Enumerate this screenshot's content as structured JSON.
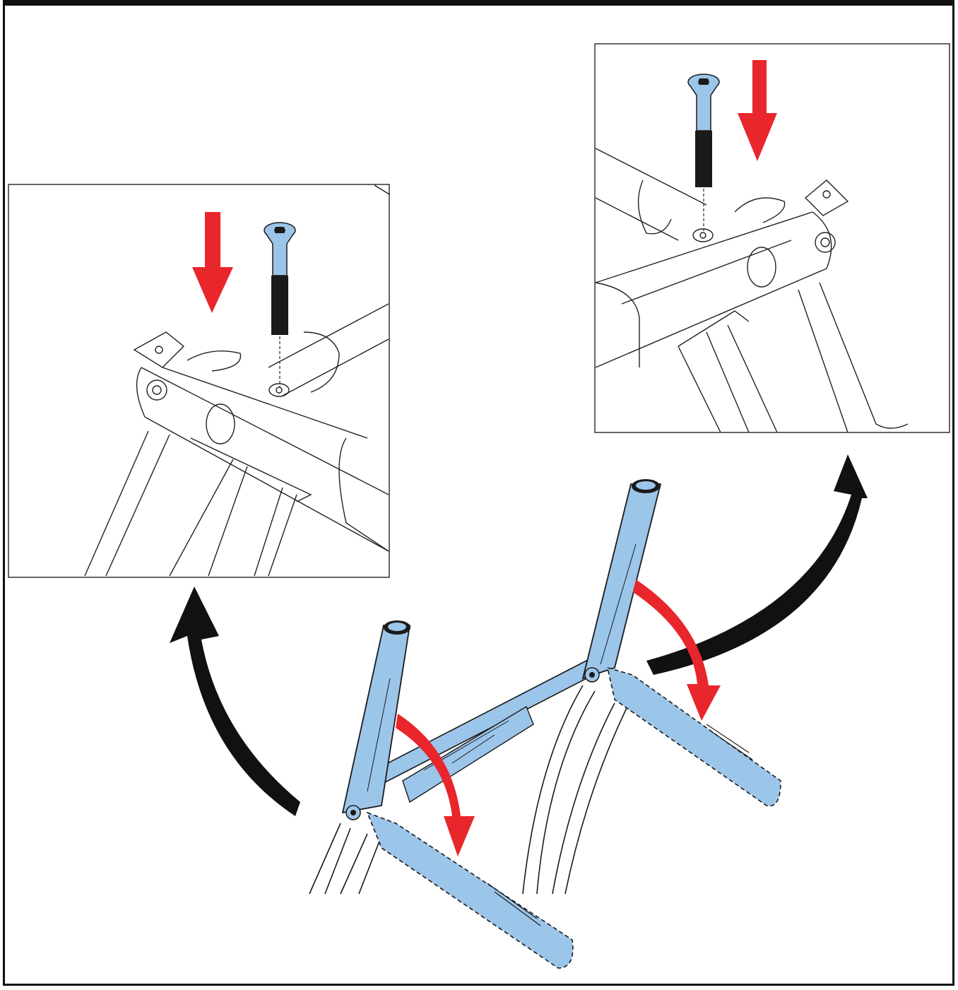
{
  "figure": {
    "kind": "assembly-illustration",
    "description_labels": [],
    "colors": {
      "part_highlight": "#9cc5ea",
      "part_outline": "#1a1a1a",
      "motion_arrow_red": "#e8262c",
      "callout_arrow_black": "#111111",
      "background": "#ffffff"
    },
    "icons": {
      "screw": "countersunk-hex-screw-icon",
      "down_arrow": "red-down-arrow-icon",
      "fold_arrow": "red-curved-fold-arrow-icon",
      "callout_arrow": "black-curved-callout-arrow-icon"
    },
    "insets": [
      {
        "id": "left-detail",
        "content": "screw-into-left-pivot"
      },
      {
        "id": "right-detail",
        "content": "screw-into-right-pivot"
      }
    ]
  }
}
